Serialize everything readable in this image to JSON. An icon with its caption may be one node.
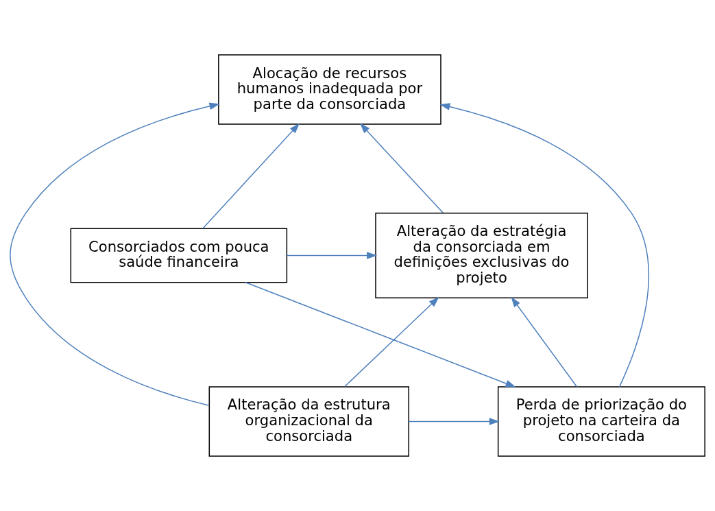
{
  "diagram": {
    "nodes": [
      {
        "text": [
          "Alocação de recursos humanos inadequada por parte da consorciada"
        ]
      },
      {
        "text": [
          "Alteração da estratégia da consorciada em definições exclusivas do projeto"
        ]
      },
      {
        "text": [
          "Consorciados com pouca saúde financeira"
        ]
      },
      {
        "text": [
          "Alteração da estrutura organizacional da consorciada"
        ]
      },
      {
        "text": [
          "Perda de priorização do projeto na carteira da consorciada"
        ]
      }
    ],
    "edges": [
      {
        "from": 2,
        "to": 0,
        "arrow": "to"
      },
      {
        "from": 2,
        "to": 1,
        "arrow": "to"
      },
      {
        "from": 2,
        "to": 4,
        "arrow": "to"
      },
      {
        "from": 4,
        "to": 0,
        "arrow": "to"
      },
      {
        "from": 4,
        "to": 1,
        "arrow": "to"
      },
      {
        "from": 3,
        "to": 0,
        "arrow": "to"
      },
      {
        "from": 3,
        "to": 1,
        "arrow": "to"
      },
      {
        "from": 3,
        "to": 4,
        "arrow": "to"
      },
      {
        "from": 1,
        "to": 0,
        "arrow": "to"
      }
    ]
  }
}
